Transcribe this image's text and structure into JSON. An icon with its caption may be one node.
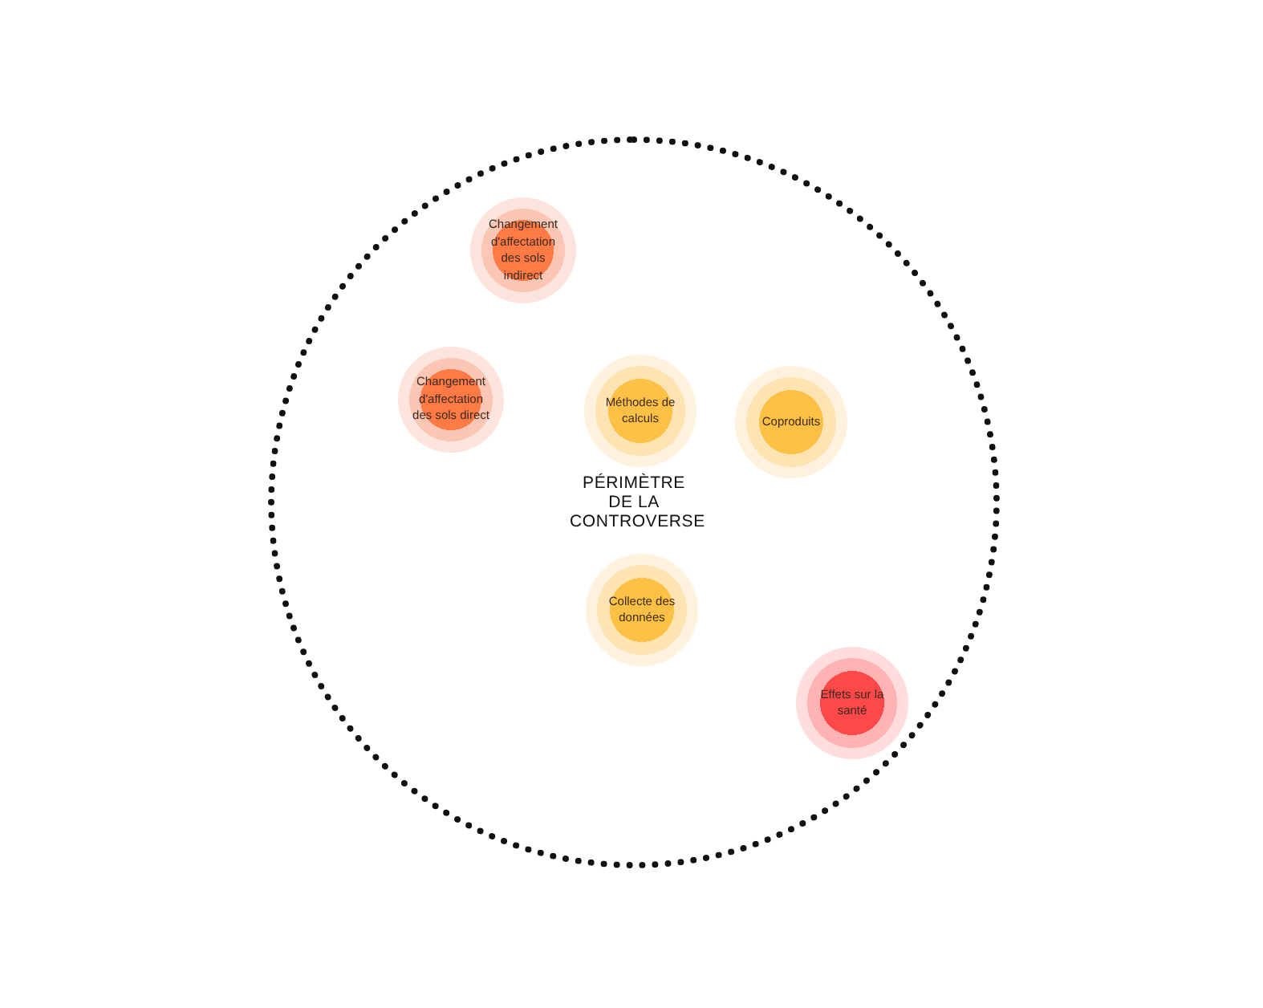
{
  "diagram": {
    "nodes": [
      {
        "text": [
          "PÉRIMÈTRE DE LA CONTROVERSE"
        ]
      },
      {
        "text": [
          "Changement d'affectation des sols indirect"
        ],
        "in": 0
      },
      {
        "text": [
          "Changement d'affectation des sols direct"
        ],
        "in": 0
      },
      {
        "text": [
          "Méthodes de calculs"
        ],
        "in": 0
      },
      {
        "text": [
          "Coproduits"
        ],
        "in": 0
      },
      {
        "text": [
          "Collecte des données"
        ],
        "in": 0
      },
      {
        "text": [
          "Effets sur la santé"
        ],
        "in": 0
      }
    ],
    "edges": []
  }
}
